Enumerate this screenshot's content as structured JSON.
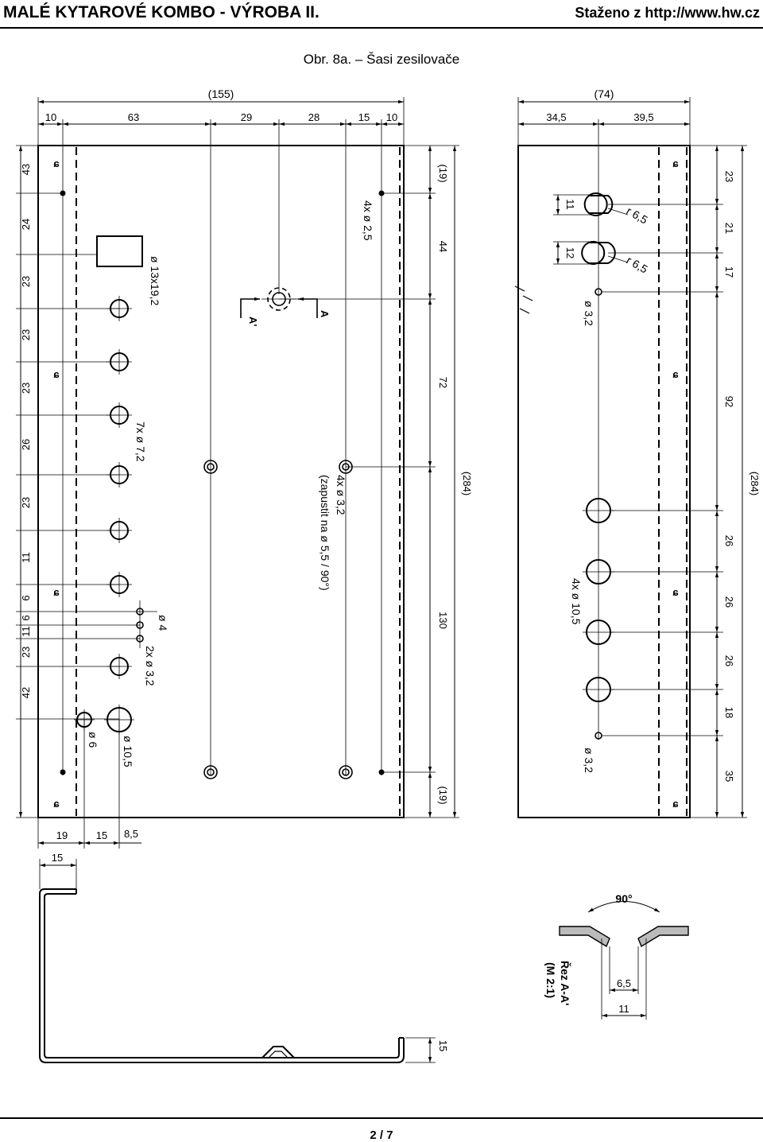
{
  "header": {
    "title": "MALÉ KYTAROVÉ KOMBO - VÝROBA II.",
    "source": "Staženo z http://www.hw.cz"
  },
  "caption": "Obr. 8a. – Šasi zesilovače",
  "page_number": "2 / 7",
  "front_panel": {
    "overall_width": "(155)",
    "top_dimensions": [
      "10",
      "63",
      "29",
      "28",
      "15",
      "10"
    ],
    "left_dimensions": [
      "43",
      "24",
      "23",
      "23",
      "23",
      "26",
      "23",
      "11",
      "6",
      "6",
      "11",
      "23",
      "42"
    ],
    "right_dimensions": [
      "(19)",
      "44",
      "72",
      "130",
      "(19)"
    ],
    "overall_height": "(284)",
    "bottom_dimensions": [
      "19",
      "15",
      "8,5"
    ],
    "label_rect_hole": "ø 13x19,2",
    "label_pot_holes": "7x ø 7,2",
    "label_hole_4": "ø 4",
    "label_holes_3_2": "2x ø 3,2",
    "label_hole_6": "ø 6",
    "label_hole_10_5": "ø 10,5",
    "label_corner_holes": "4x ø 2,5",
    "label_mount_holes": "4x ø 3,2",
    "label_countersink": "(zapustit na ø 5,5 / 90°)",
    "section_label_left": "A'",
    "section_label_right": "A"
  },
  "side_panel": {
    "overall_width": "(74)",
    "top_dimensions": [
      "34,5",
      "39,5"
    ],
    "right_dimensions": [
      "23",
      "21",
      "17",
      "92",
      "26",
      "26",
      "26",
      "18",
      "35"
    ],
    "overall_height": "(284)",
    "dim_11": "11",
    "dim_12": "12",
    "label_radius_1": "r 6,5",
    "label_radius_2": "r 6,5",
    "label_hole_top": "ø 3,2",
    "label_hole_bottom": "ø 3,2",
    "label_big_holes": "4x ø 10,5"
  },
  "profile": {
    "flange_width": "15",
    "height": "15"
  },
  "section_view": {
    "angle": "90°",
    "title": "Řez A-A'",
    "scale": "(M 2:1)",
    "inner_width": "6,5",
    "outer_width": "11"
  },
  "symbols": {
    "screw_mark": "ɕ"
  }
}
